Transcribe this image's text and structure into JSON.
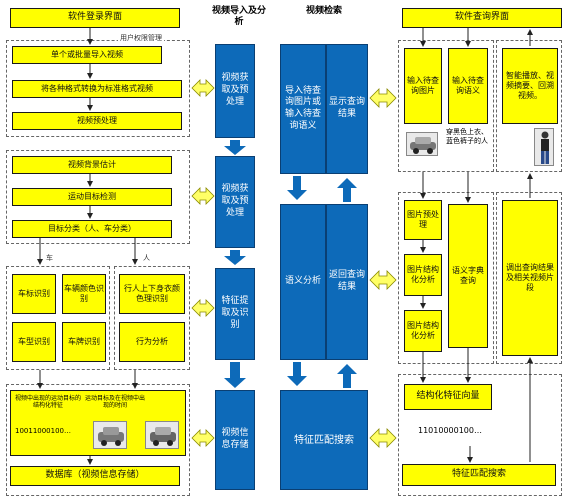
{
  "headers": {
    "video_import": "视频导入及分析",
    "video_retrieval": "视频检索"
  },
  "left": {
    "login": "软件登录界面",
    "permission": "用户权限管理",
    "import_batch": "单个或批量导入视频",
    "convert": "将各种格式转换为标准格式视频",
    "preprocess": "视频预处理",
    "bg_estimate": "视频背景估计",
    "motion_detect": "运动目标检测",
    "classify": "目标分类（人、车分类）",
    "car_label": "车",
    "person_label": "人",
    "car_plate_id": "车标识别",
    "car_color_id": "车辆颜色识别",
    "car_type_id": "车型识别",
    "car_number_id": "车牌识别",
    "person_clothes": "行人上下身衣颜色理识别",
    "behavior": "行为分析",
    "db_text1": "视频中出现的运动目标的结构化特征",
    "db_text2": "运动目标及在视频中出现的时间",
    "db_code": "10011000100…",
    "database": "数据库（视频信息存储）"
  },
  "center": {
    "acquire1": "视频获取及预处理",
    "acquire2": "视频获取及预处理",
    "feature_extract": "特征提取及识别",
    "info_store": "视频信息存储",
    "import_query": "导入待查询图片或输入待查询语义",
    "show_result": "显示查询结果",
    "semantic": "语义分析",
    "return_result": "返回查询结果",
    "feature_match": "特征匹配搜索"
  },
  "right": {
    "query_ui": "软件查询界面",
    "input_image": "输入待查询图片",
    "input_semantic": "输入待查询语义",
    "smart_play": "智能播放、视频摘要、回溯视频。",
    "person_desc": "穿黑色上衣、蓝色裤子的人",
    "img_preprocess": "图片预处理",
    "img_struct1": "图片结构化分析",
    "img_struct2": "图片结构化分析",
    "semantic_dict": "语义字典查询",
    "call_result": "调出查询结果及相关视频片段",
    "feature_vector": "结构化特征向量",
    "vector_code": "11010000100…",
    "feature_match": "特征匹配搜索"
  },
  "colors": {
    "yellow": "#ffff00",
    "blue": "#0d6ab9",
    "arrow_yellow": "#ffff66",
    "arrow_blue": "#0d6ab9"
  }
}
